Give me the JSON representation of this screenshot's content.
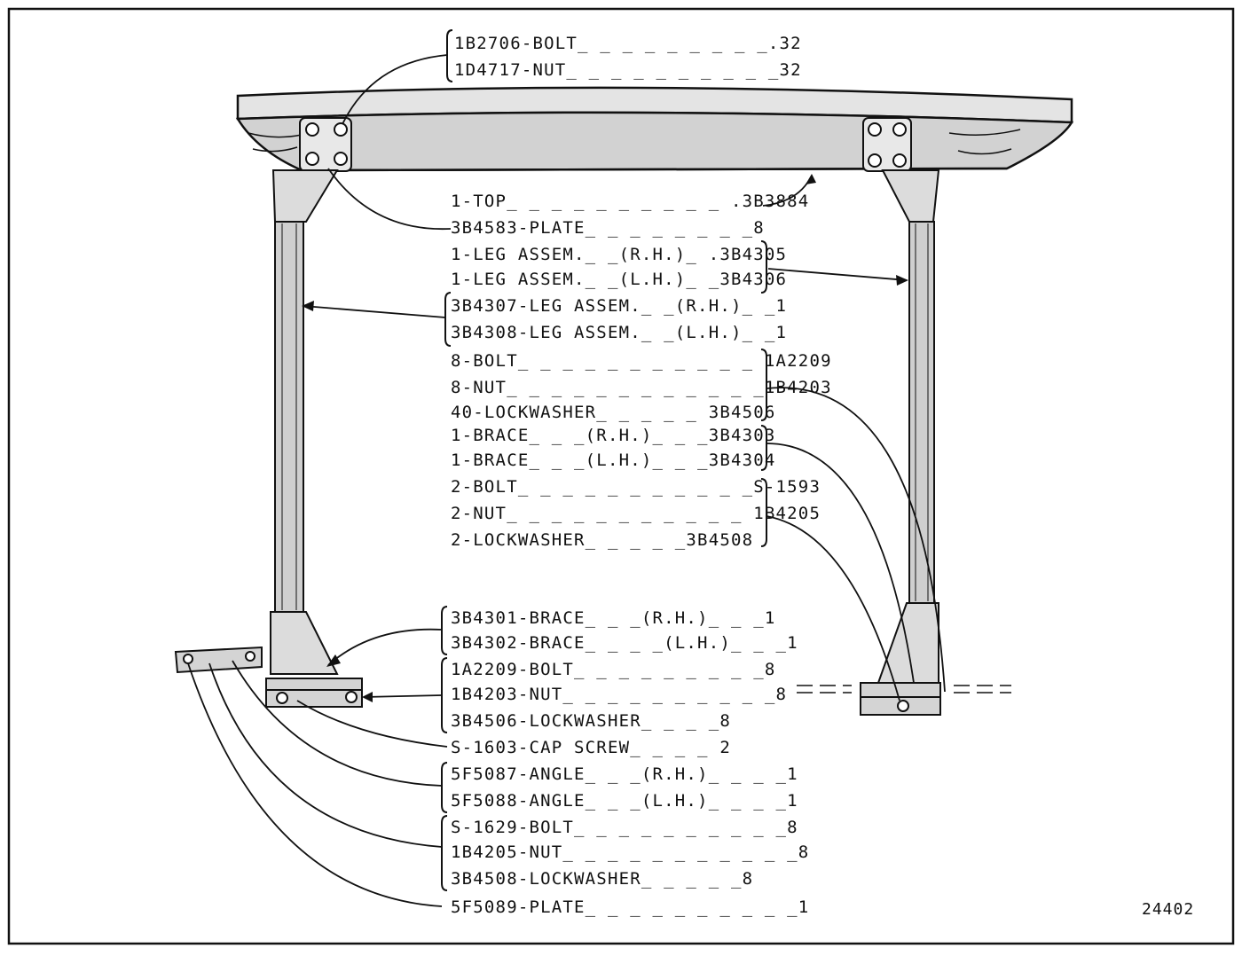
{
  "figure_number": "24402",
  "labels": [
    {
      "text": "1B2706-BOLT_ _ _ _ _ _ _ _ _.32"
    },
    {
      "text": "1D4717-NUT_ _ _ _ _ _ _ _ _ _32"
    },
    {
      "text": "1-TOP_ _ _ _ _ _ _ _ _ _ .3B3884"
    },
    {
      "text": "3B4583-PLATE_ _ _ _ _ _ _ _8"
    },
    {
      "text": "1-LEG ASSEM._ _(R.H.)_ .3B4305"
    },
    {
      "text": "1-LEG ASSEM._ _(L.H.)_ _3B4306"
    },
    {
      "text": "3B4307-LEG ASSEM._ _(R.H.)_ _1"
    },
    {
      "text": "3B4308-LEG ASSEM._ _(L.H.)_ _1"
    },
    {
      "text": "8-BOLT_ _ _ _ _ _ _ _ _ _ _ 1A2209"
    },
    {
      "text": "8-NUT_ _ _ _ _ _ _ _ _ _ _ _1B4203"
    },
    {
      "text": "40-LOCKWASHER_ _ _ _ _ 3B4506"
    },
    {
      "text": "1-BRACE_ _ _(R.H.)_ _ _3B4303"
    },
    {
      "text": "1-BRACE_ _ _(L.H.)_ _ _3B4304"
    },
    {
      "text": "2-BOLT_ _ _ _ _ _ _ _ _ _ _S-1593"
    },
    {
      "text": "2-NUT_ _ _ _ _ _ _ _ _ _ _ 1B4205"
    },
    {
      "text": "2-LOCKWASHER_ _ _ _ _3B4508"
    },
    {
      "text": "3B4301-BRACE_ _ _(R.H.)_ _ _1"
    },
    {
      "text": "3B4302-BRACE_ _ _ _(L.H.)_ _ _1"
    },
    {
      "text": "1A2209-BOLT_ _ _ _ _ _ _ _ _8"
    },
    {
      "text": "1B4203-NUT_ _ _ _ _ _ _ _ _ _8"
    },
    {
      "text": "3B4506-LOCKWASHER_ _ _ _8"
    },
    {
      "text": "S-1603-CAP SCREW_ _ _ _ 2"
    },
    {
      "text": "5F5087-ANGLE_ _ _(R.H.)_ _ _ _1"
    },
    {
      "text": "5F5088-ANGLE_ _ _(L.H.)_ _ _ _1"
    },
    {
      "text": "S-1629-BOLT_ _ _ _ _ _ _ _ _ _8"
    },
    {
      "text": "1B4205-NUT_ _ _ _ _ _ _ _ _ _ _8"
    },
    {
      "text": "3B4508-LOCKWASHER_ _ _ _ _8"
    },
    {
      "text": "5F5089-PLATE_ _ _ _ _ _ _ _ _ _1"
    }
  ]
}
